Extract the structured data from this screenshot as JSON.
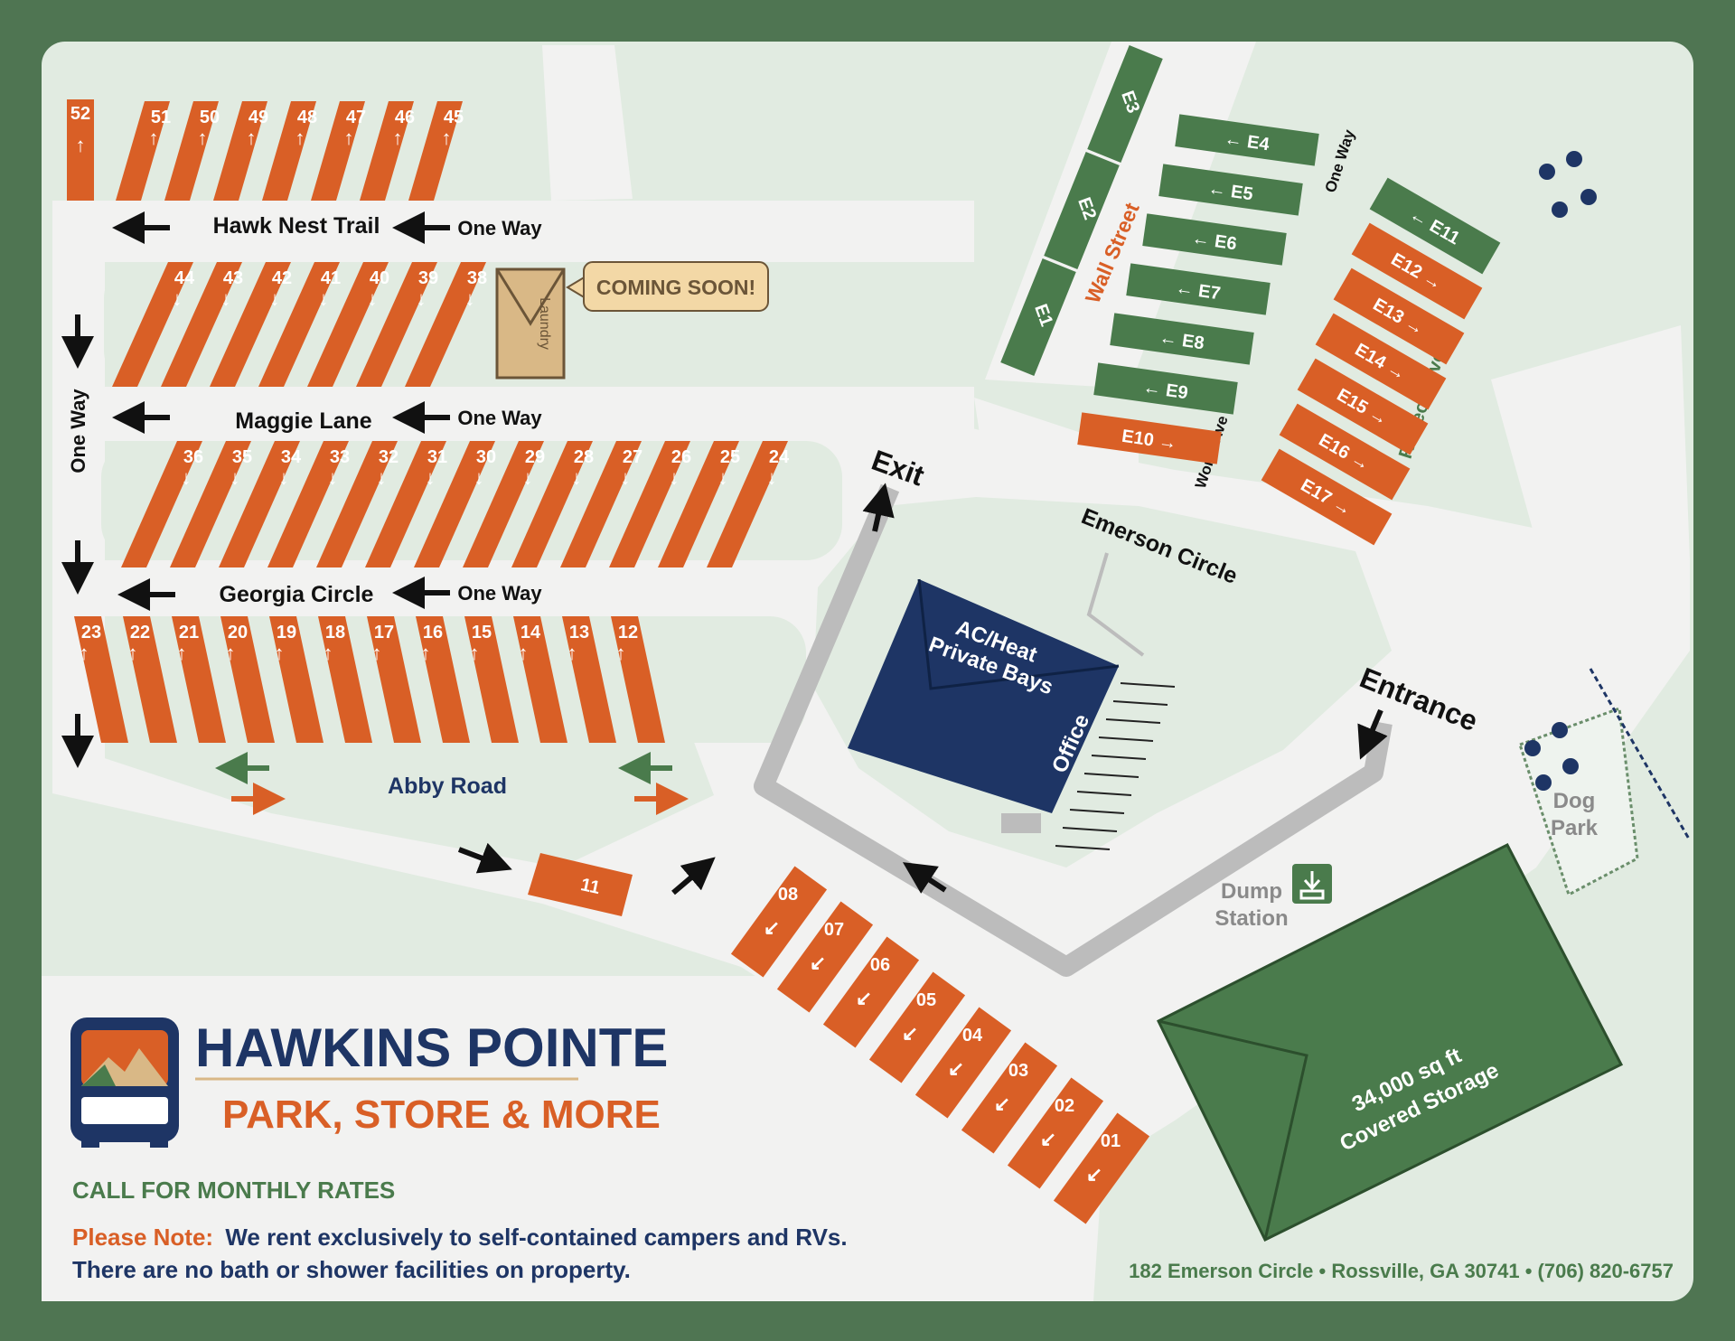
{
  "colors": {
    "border": "#4f7552",
    "ground": "#e1ebe1",
    "road": "#f2f2f1",
    "orange": "#d95f26",
    "green": "#4a7b4c",
    "navy": "#1e3565",
    "sand": "#d9b886",
    "gray": "#bcbcbc"
  },
  "roads": {
    "hawk_nest": "Hawk Nest Trail",
    "maggie": "Maggie Lane",
    "georgia": "Georgia Circle",
    "abby": "Abby Road",
    "emerson": "Emerson Circle",
    "wall": "Wall Street",
    "worth": "Worth Ave",
    "rodeo": "Rodeo Drive",
    "one_way": "One Way"
  },
  "places": {
    "exit": "Exit",
    "entrance": "Entrance",
    "laundry": "Laundry",
    "coming_soon": "COMING SOON!",
    "bays_line1": "AC/Heat",
    "bays_line2": "Private Bays",
    "office": "Office",
    "dump_line1": "Dump",
    "dump_line2": "Station",
    "dog_line1": "Dog",
    "dog_line2": "Park",
    "storage_line1": "34,000 sq ft",
    "storage_line2": "Covered Storage"
  },
  "sites": {
    "row_top": [
      "51",
      "50",
      "49",
      "48",
      "47",
      "46",
      "45"
    ],
    "site_52": "52",
    "row_b": [
      "44",
      "43",
      "42",
      "41",
      "40",
      "39",
      "38"
    ],
    "row_c": [
      "36",
      "35",
      "34",
      "33",
      "32",
      "31",
      "30",
      "29",
      "28",
      "27",
      "26",
      "25",
      "24"
    ],
    "row_d": [
      "23",
      "22",
      "21",
      "20",
      "19",
      "18",
      "17",
      "16",
      "15",
      "14",
      "13",
      "12"
    ],
    "site_11": "11",
    "front": [
      "08",
      "07",
      "06",
      "05",
      "04",
      "03",
      "02",
      "01"
    ],
    "east_left": [
      "E3",
      "E2",
      "E1"
    ],
    "east_mid": [
      "E4",
      "E5",
      "E6",
      "E7",
      "E8",
      "E9",
      "E10"
    ],
    "east_right": [
      "E11",
      "E12",
      "E13",
      "E14",
      "E15",
      "E16",
      "E17"
    ]
  },
  "brand": {
    "name": "HAWKINS POINTE",
    "tagline": "PARK, STORE & MORE"
  },
  "info": {
    "monthly": "CALL FOR MONTHLY RATES",
    "note_label": "Please Note:",
    "note_text": "We rent exclusively to self-contained campers and RVs.",
    "note_line2": "There are no bath or shower facilities on property.",
    "address": "182 Emerson Circle • Rossville, GA 30741 • (706) 820-6757"
  }
}
